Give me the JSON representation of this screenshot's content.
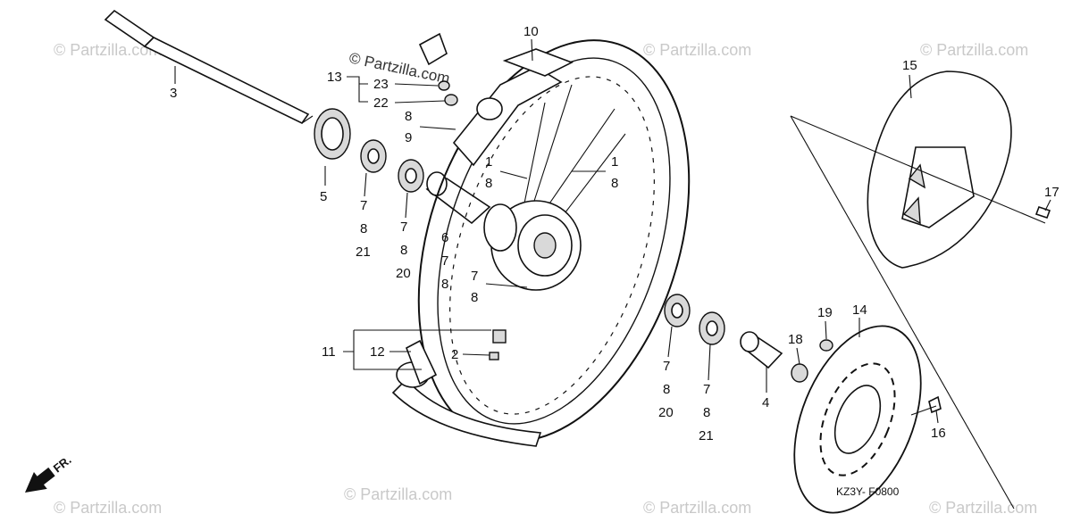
{
  "watermark": "© Partzilla.com",
  "watermark_top": "© Partzilla.com",
  "diagram_code": "KZ3Y- F0800",
  "front_indicator": "FR.",
  "callouts": [
    {
      "id": "c10",
      "text": "10"
    },
    {
      "id": "c13",
      "text": "13"
    },
    {
      "id": "c23",
      "text": "23"
    },
    {
      "id": "c22",
      "text": "22"
    },
    {
      "id": "c3",
      "text": "3"
    },
    {
      "id": "c8a",
      "text": "8"
    },
    {
      "id": "c9",
      "text": "9"
    },
    {
      "id": "c1a",
      "text": "1"
    },
    {
      "id": "c8b",
      "text": "8"
    },
    {
      "id": "c1b",
      "text": "1"
    },
    {
      "id": "c8c",
      "text": "8"
    },
    {
      "id": "c5",
      "text": "5"
    },
    {
      "id": "c7a",
      "text": "7"
    },
    {
      "id": "c8d",
      "text": "8"
    },
    {
      "id": "c21a",
      "text": "21"
    },
    {
      "id": "c7b",
      "text": "7"
    },
    {
      "id": "c8e",
      "text": "8"
    },
    {
      "id": "c20a",
      "text": "20"
    },
    {
      "id": "c6",
      "text": "6"
    },
    {
      "id": "c7c",
      "text": "7"
    },
    {
      "id": "c8f",
      "text": "8"
    },
    {
      "id": "c7d",
      "text": "7"
    },
    {
      "id": "c8g",
      "text": "8"
    },
    {
      "id": "c11",
      "text": "11"
    },
    {
      "id": "c12",
      "text": "12"
    },
    {
      "id": "c2",
      "text": "2"
    },
    {
      "id": "c7e",
      "text": "7"
    },
    {
      "id": "c8h",
      "text": "8"
    },
    {
      "id": "c20b",
      "text": "20"
    },
    {
      "id": "c7f",
      "text": "7"
    },
    {
      "id": "c8i",
      "text": "8"
    },
    {
      "id": "c21b",
      "text": "21"
    },
    {
      "id": "c4",
      "text": "4"
    },
    {
      "id": "c15",
      "text": "15"
    },
    {
      "id": "c17",
      "text": "17"
    },
    {
      "id": "c14",
      "text": "14"
    },
    {
      "id": "c19",
      "text": "19"
    },
    {
      "id": "c18",
      "text": "18"
    },
    {
      "id": "c16",
      "text": "16"
    }
  ]
}
